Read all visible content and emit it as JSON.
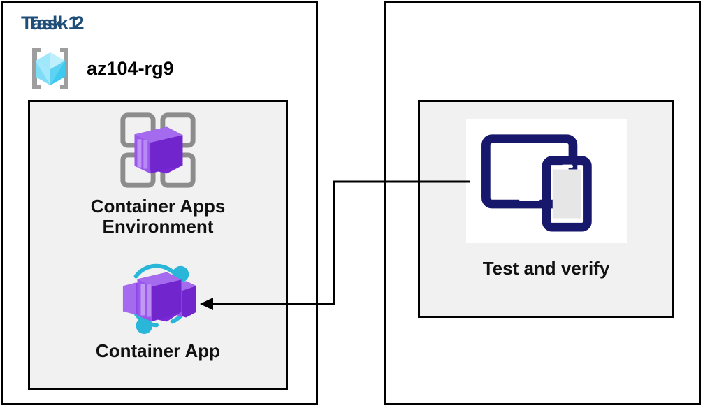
{
  "diagram": {
    "title_color": "#1F4E79",
    "panel_border_color": "#000000",
    "inner_panel_fill": "#F1F1F1",
    "connector_color": "#000000"
  },
  "task1": {
    "title": "Task 1",
    "resource_group": {
      "icon": "resource-group-icon",
      "label": "az104-rg9"
    },
    "nodes": [
      {
        "id": "container-apps-environment",
        "icon": "container-apps-environment-icon",
        "caption": "Container Apps\nEnvironment"
      },
      {
        "id": "container-app",
        "icon": "container-app-icon",
        "caption": "Container App"
      }
    ]
  },
  "task2": {
    "title": "Task 2",
    "nodes": [
      {
        "id": "test-and-verify",
        "icon": "test-and-verify-devices-icon",
        "caption": "Test and verify"
      }
    ]
  },
  "connector": {
    "from": "test-and-verify",
    "to": "container-app",
    "arrow_direction": "left",
    "style": "orthogonal-elbow"
  }
}
